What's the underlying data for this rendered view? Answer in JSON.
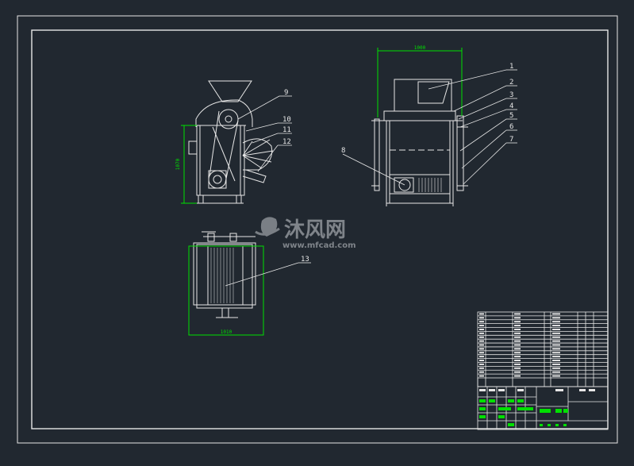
{
  "colors": {
    "background": "#212830",
    "line": "#e6e6e6",
    "dimension": "#00e000",
    "watermark": "#8a8f94"
  },
  "watermark": {
    "brand_cn": "沐风网",
    "brand_en": "www.mfcad.com"
  },
  "side_view": {
    "callouts": [
      "9",
      "10",
      "11",
      "12"
    ],
    "height_dim": "1070"
  },
  "front_view": {
    "callouts": [
      "1",
      "2",
      "3",
      "4",
      "5",
      "6",
      "7"
    ],
    "left_callout": "8",
    "width_dim": "1000"
  },
  "top_view": {
    "callout": "13",
    "width_dim": "1010"
  },
  "title_block": {
    "parts_rows": 17
  }
}
